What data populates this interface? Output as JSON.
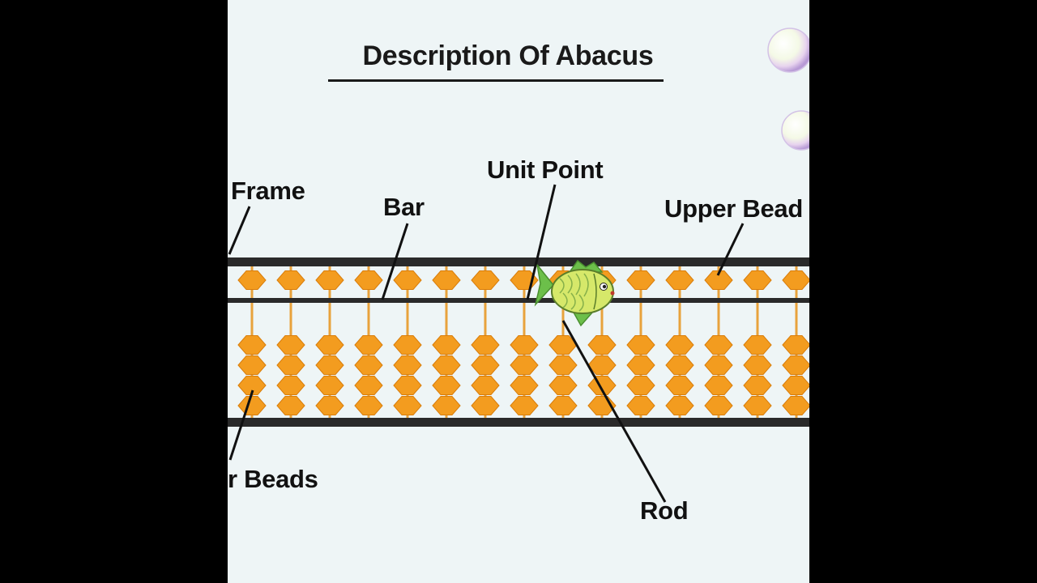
{
  "title": "Description Of Abacus",
  "labels": {
    "frame": "Frame",
    "bar": "Bar",
    "unit_point": "Unit Point",
    "upper_bead": "Upper Bead",
    "lower_beads": "r Beads",
    "rod": "Rod"
  },
  "abacus": {
    "rod_count": 15,
    "upper_beads_per_rod": 1,
    "lower_beads_per_rod": 4
  },
  "colors": {
    "background": "#eef5f6",
    "frame": "#2a2a2a",
    "bead": "#f39c1f",
    "bead_dark": "#d97d0a",
    "rod": "#e8a23c",
    "fish_body": "#d6e86a",
    "fish_fin": "#6cbf4a"
  }
}
